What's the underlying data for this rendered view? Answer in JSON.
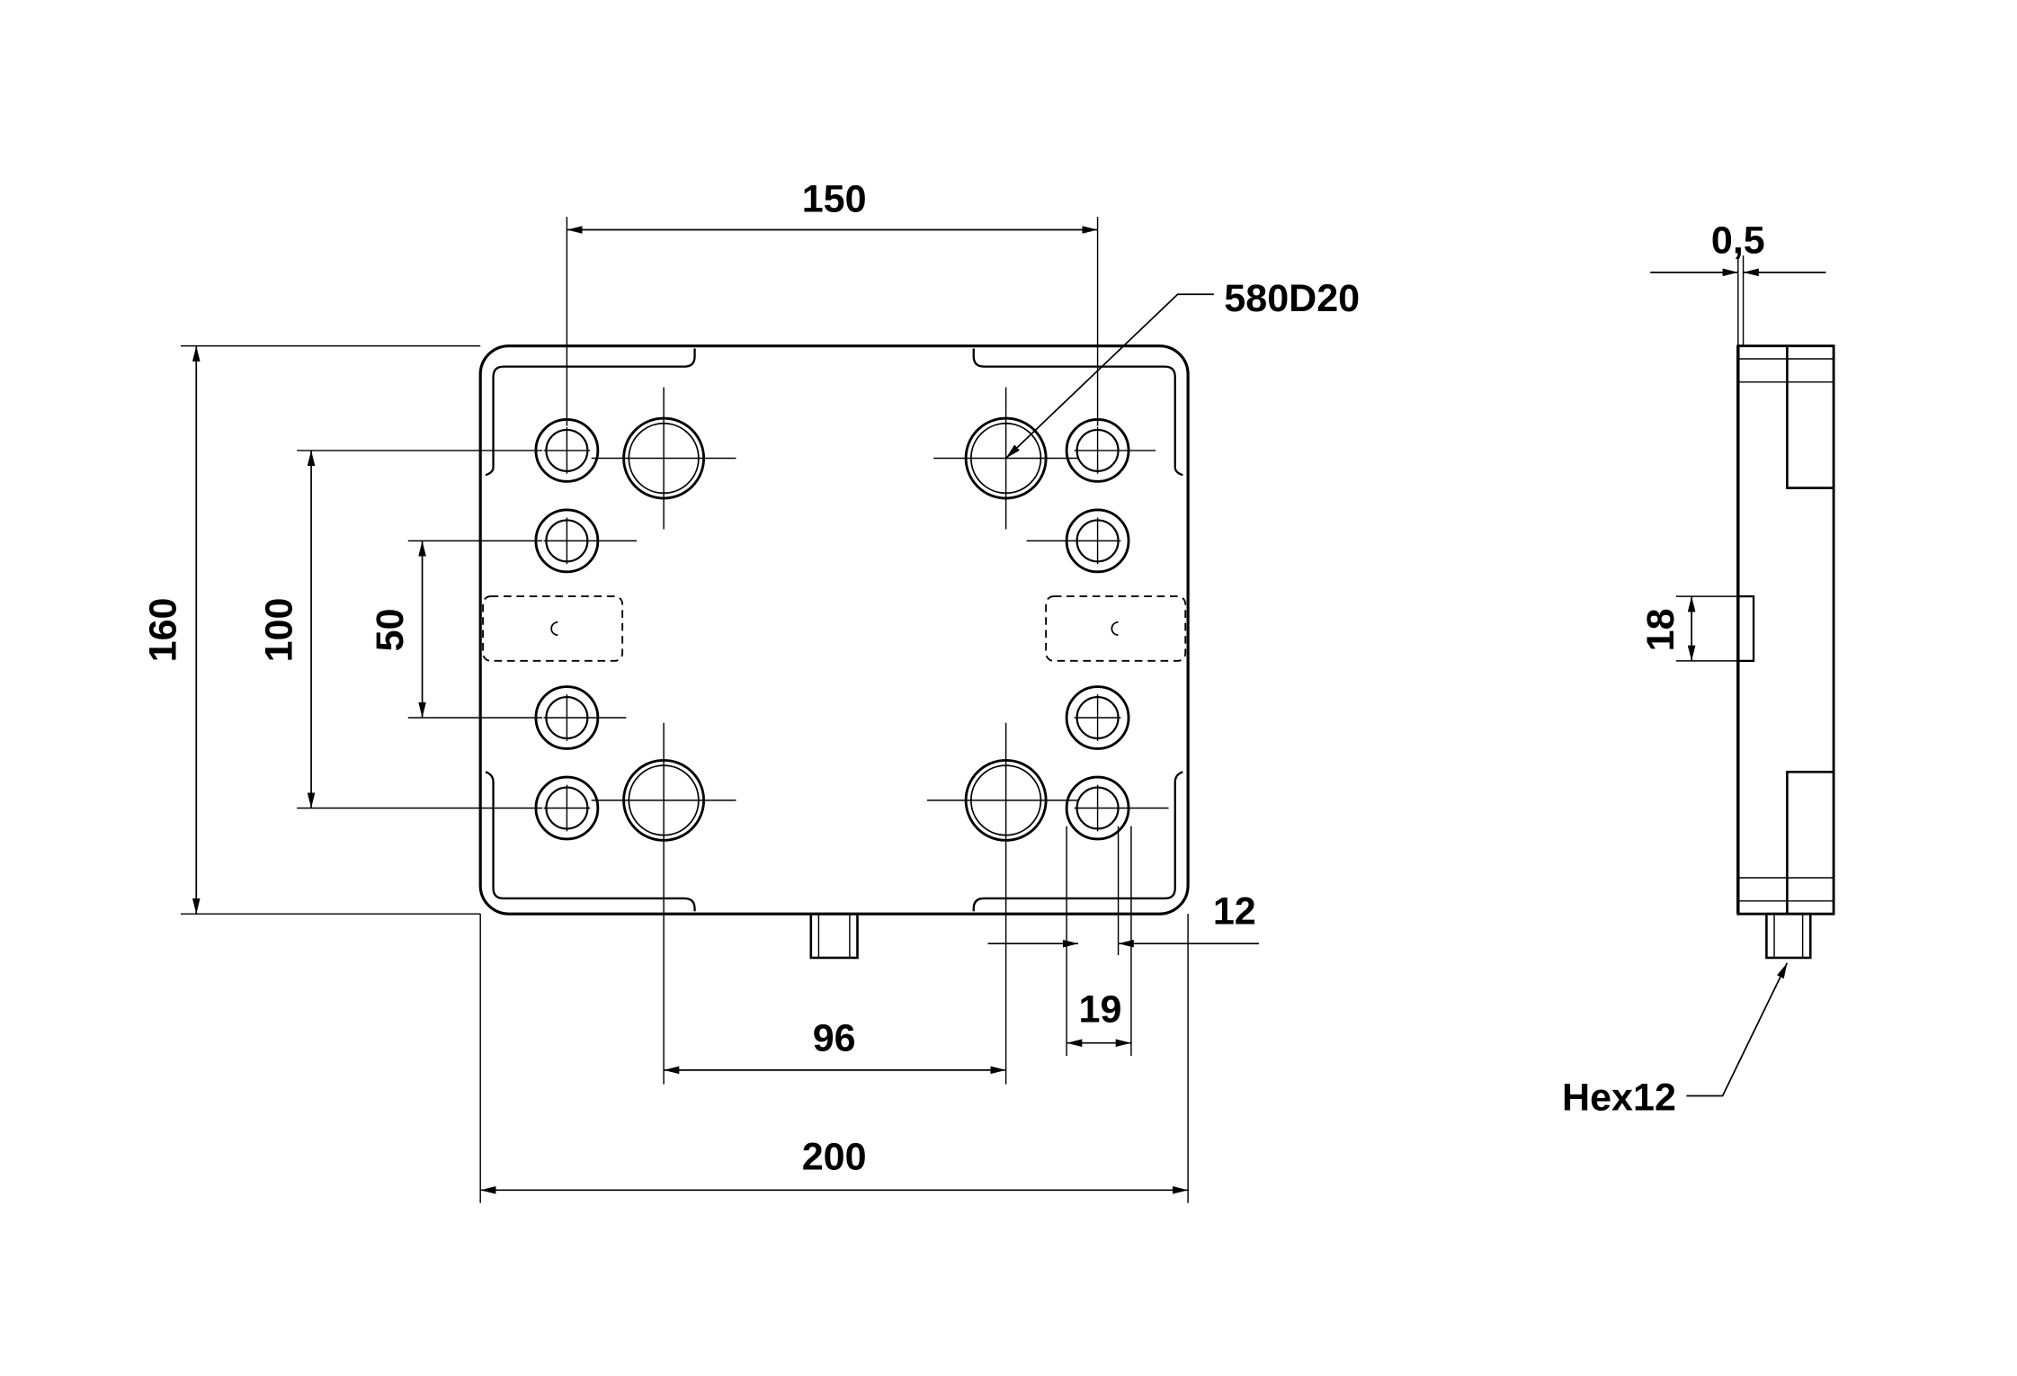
{
  "dimensions": {
    "d150": "150",
    "d160": "160",
    "d100": "100",
    "d50": "50",
    "d200": "200",
    "d96": "96",
    "d12": "12",
    "d19": "19",
    "d05": "0,5",
    "d18": "18"
  },
  "callouts": {
    "part_number": "580D20",
    "hex": "Hex12"
  },
  "colors": {
    "line": "#000000",
    "background": "#ffffff"
  }
}
